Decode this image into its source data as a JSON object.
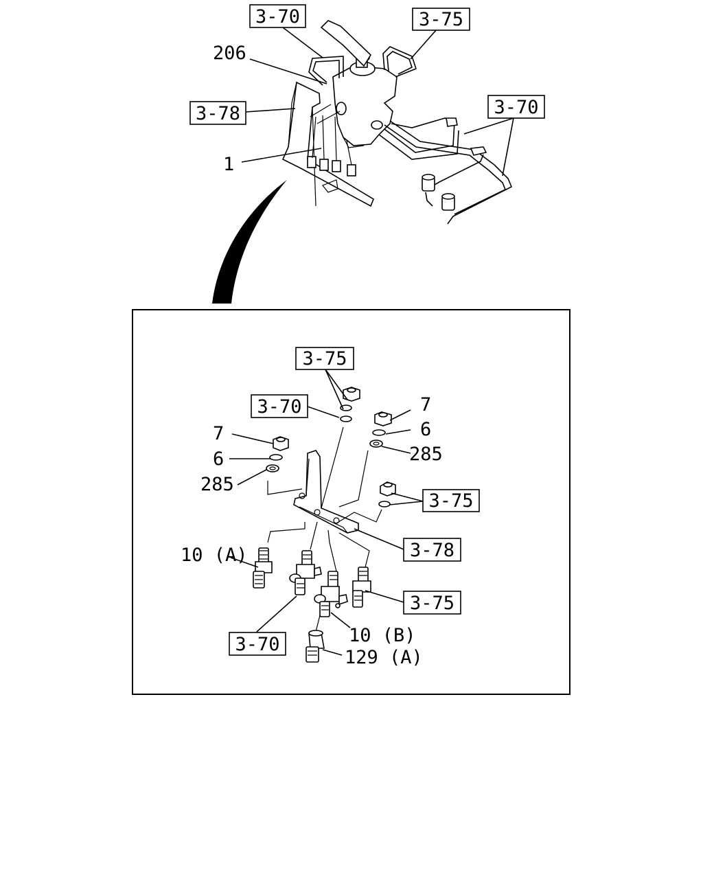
{
  "top_view": {
    "refs": {
      "ref_a": "3-70",
      "ref_b": "3-75",
      "ref_c": "3-78",
      "ref_d": "3-70"
    },
    "parts": {
      "p206": "206",
      "p1": "1"
    }
  },
  "detail_view": {
    "refs": {
      "ref_75_top": "3-75",
      "ref_70_upper": "3-70",
      "ref_75_right": "3-75",
      "ref_78": "3-78",
      "ref_75_lower": "3-75",
      "ref_70_lower": "3-70"
    },
    "parts": {
      "nut_right": "7",
      "washer_right": "6",
      "seal_right": "285",
      "nut_left": "7",
      "washer_left": "6",
      "seal_left": "285",
      "union_a": "10 (A)",
      "union_b": "10 (B)",
      "fitting_129a": "129 (A)"
    }
  }
}
